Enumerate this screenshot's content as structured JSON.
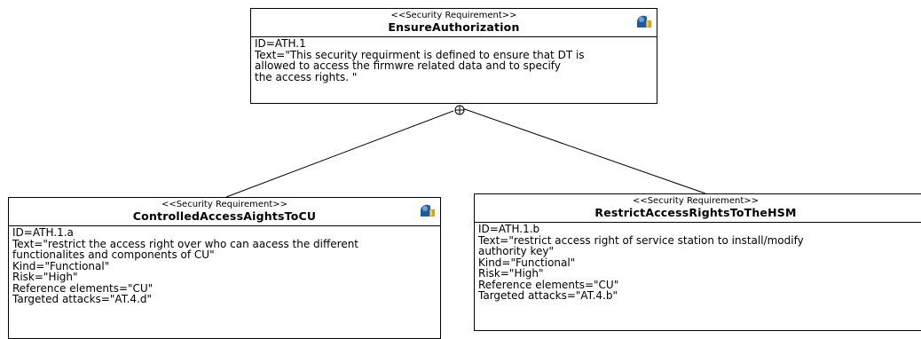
{
  "diagram": {
    "requirements": [
      {
        "id": "top",
        "stereotype": "<<Security Requirement>>",
        "name": "EnsureAuthorization",
        "icon": "requirement-icon",
        "lines": [
          "ID=ATH.1",
          "Text=\"This security requirment is defined to ensure that DT is",
          "allowed to access the firmwre related data and to specify",
          "the access rights. \""
        ]
      },
      {
        "id": "left",
        "stereotype": "<<Security Requirement>>",
        "name": "ControlledAccessAightsToCU",
        "icon": "requirement-icon",
        "lines": [
          "ID=ATH.1.a",
          "Text=\"restrict the access right over who can aacess the different",
          "functionalites and components of CU\"",
          "Kind=\"Functional\"",
          "Risk=\"High\"",
          "Reference elements=\"CU\"",
          "Targeted attacks=\"AT.4.d\""
        ]
      },
      {
        "id": "right",
        "stereotype": "<<Security Requirement>>",
        "name": "RestrictAccessRightsToTheHSM",
        "icon": "requirement-icon",
        "lines": [
          "ID=ATH.1.b",
          "Text=\"restrict access right of service station to install/modify",
          "authority key\"",
          "Kind=\"Functional\"",
          "Risk=\"High\"",
          "Reference elements=\"CU\"",
          "Targeted attacks=\"AT.4.b\""
        ]
      }
    ],
    "relations": [
      {
        "type": "containment",
        "from": "top",
        "to": "left"
      },
      {
        "type": "containment",
        "from": "top",
        "to": "right"
      }
    ],
    "colors": {
      "line": "#000000",
      "background": "#ffffff",
      "icon_blue": "#1e5a9c",
      "icon_gold": "#c9a227"
    }
  }
}
